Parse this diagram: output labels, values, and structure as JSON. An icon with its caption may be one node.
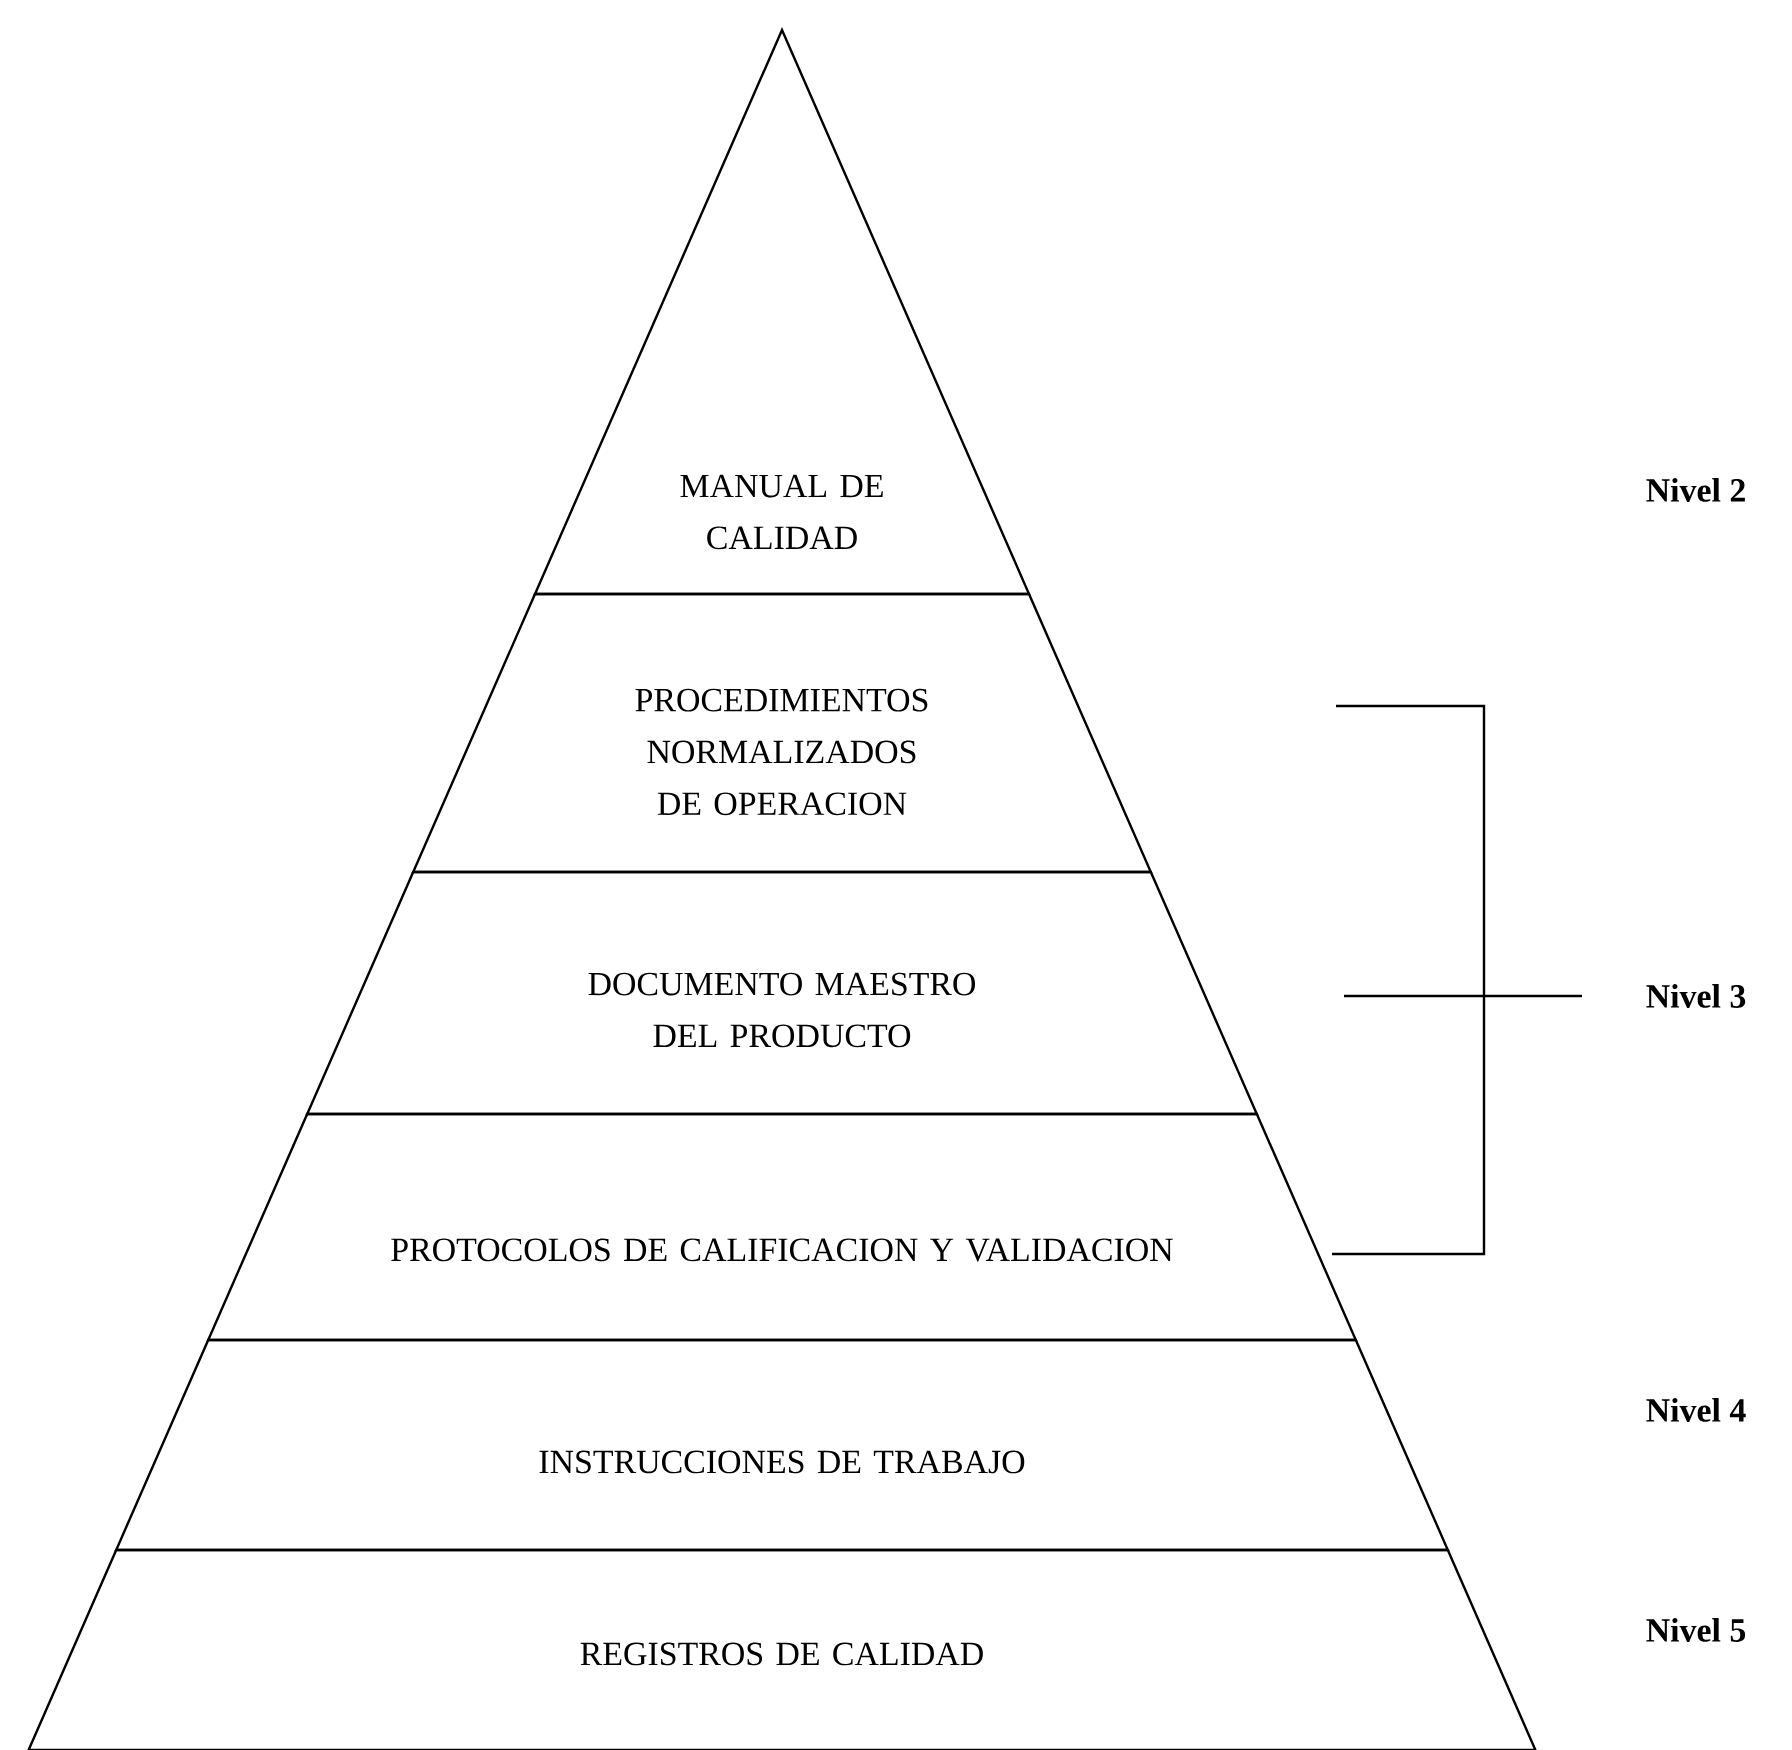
{
  "diagram": {
    "nodes": [
      {
        "text": [
          "MANUAL DE CALIDAD"
        ]
      },
      {
        "text": [
          "PROCEDIMIENTOS NORMALIZADOS DE OPERACION"
        ]
      },
      {
        "text": [
          "DOCUMENTO MAESTRO DEL PRODUCTO"
        ]
      },
      {
        "text": [
          "PROTOCOLOS DE CALIFICACION Y VALIDACION"
        ]
      },
      {
        "text": [
          "INSTRUCCIONES DE TRABAJO"
        ]
      },
      {
        "text": [
          "REGISTROS DE CALIDAD"
        ]
      }
    ],
    "labels": [
      "Nivel 2",
      "Nivel 3",
      "Nivel 4",
      "Nivel 5"
    ]
  }
}
